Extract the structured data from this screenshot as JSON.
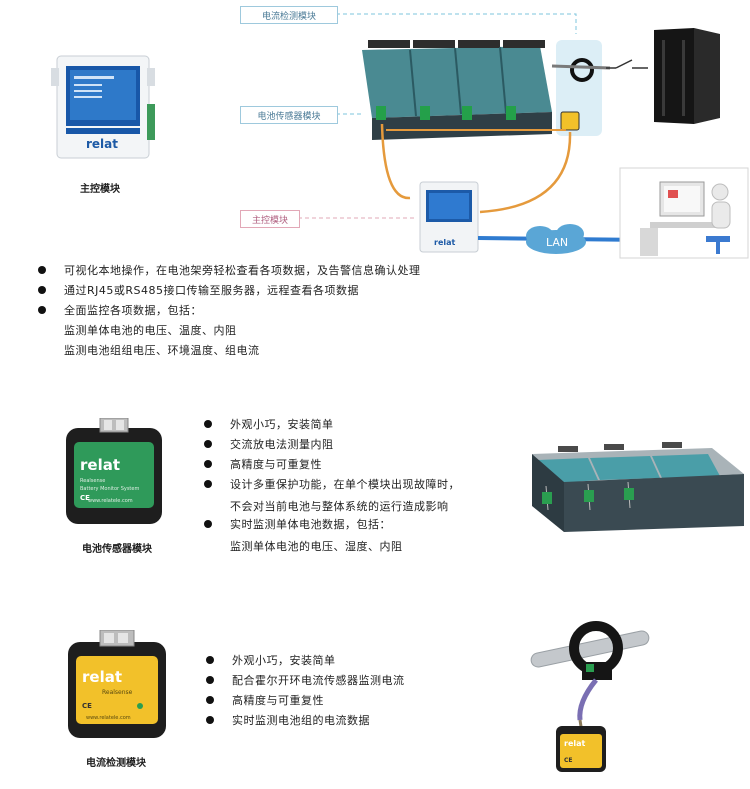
{
  "colors": {
    "accent_blue": "#7ec4dc",
    "cable_orange": "#e59a3c",
    "battery_teal": "#3f7f86",
    "sensor_yellow": "#f2c12a"
  },
  "diagram": {
    "callout_current_module": "电流检测模块",
    "callout_sensor_module": "电池传感器模块",
    "callout_main_module": "主控模块",
    "lan_label": "LAN",
    "main_module_caption": "主控模块",
    "brand": "relat"
  },
  "features_main": [
    "可视化本地操作，在电池架旁轻松查看各项数据，及告警信息确认处理",
    "通过RJ45或RS485接口传输至服务器，远程查看各项数据",
    "全面监控各项数据，包括："
  ],
  "features_main_sub": [
    "监测单体电池的电压、温度、内阻",
    "监测电池组组电压、环境温度、组电流"
  ],
  "sensor_section": {
    "caption": "电池传感器模块",
    "product_brand": "relat",
    "product_line1": "Realsense",
    "product_line2": "Battery Monitor System",
    "product_url": "www.relatele.com",
    "bullets": [
      "外观小巧，安装简单",
      "交流放电法测量内阻",
      "高精度与可重复性",
      "设计多重保护功能，在单个模块出现故障时，",
      "实时监测单体电池数据，包括："
    ],
    "bullet_continuation": "不会对当前电池与整体系统的运行造成影响",
    "sub_line": "监测单体电池的电压、湿度、内阻"
  },
  "current_section": {
    "caption": "电流检测模块",
    "product_brand": "relat",
    "product_line1": "Realsense",
    "product_url": "www.relatele.com",
    "bullets": [
      "外观小巧，安装简单",
      "配合霍尔开环电流传感器监测电流",
      "高精度与可重复性",
      "实时监测电池组的电流数据"
    ]
  }
}
